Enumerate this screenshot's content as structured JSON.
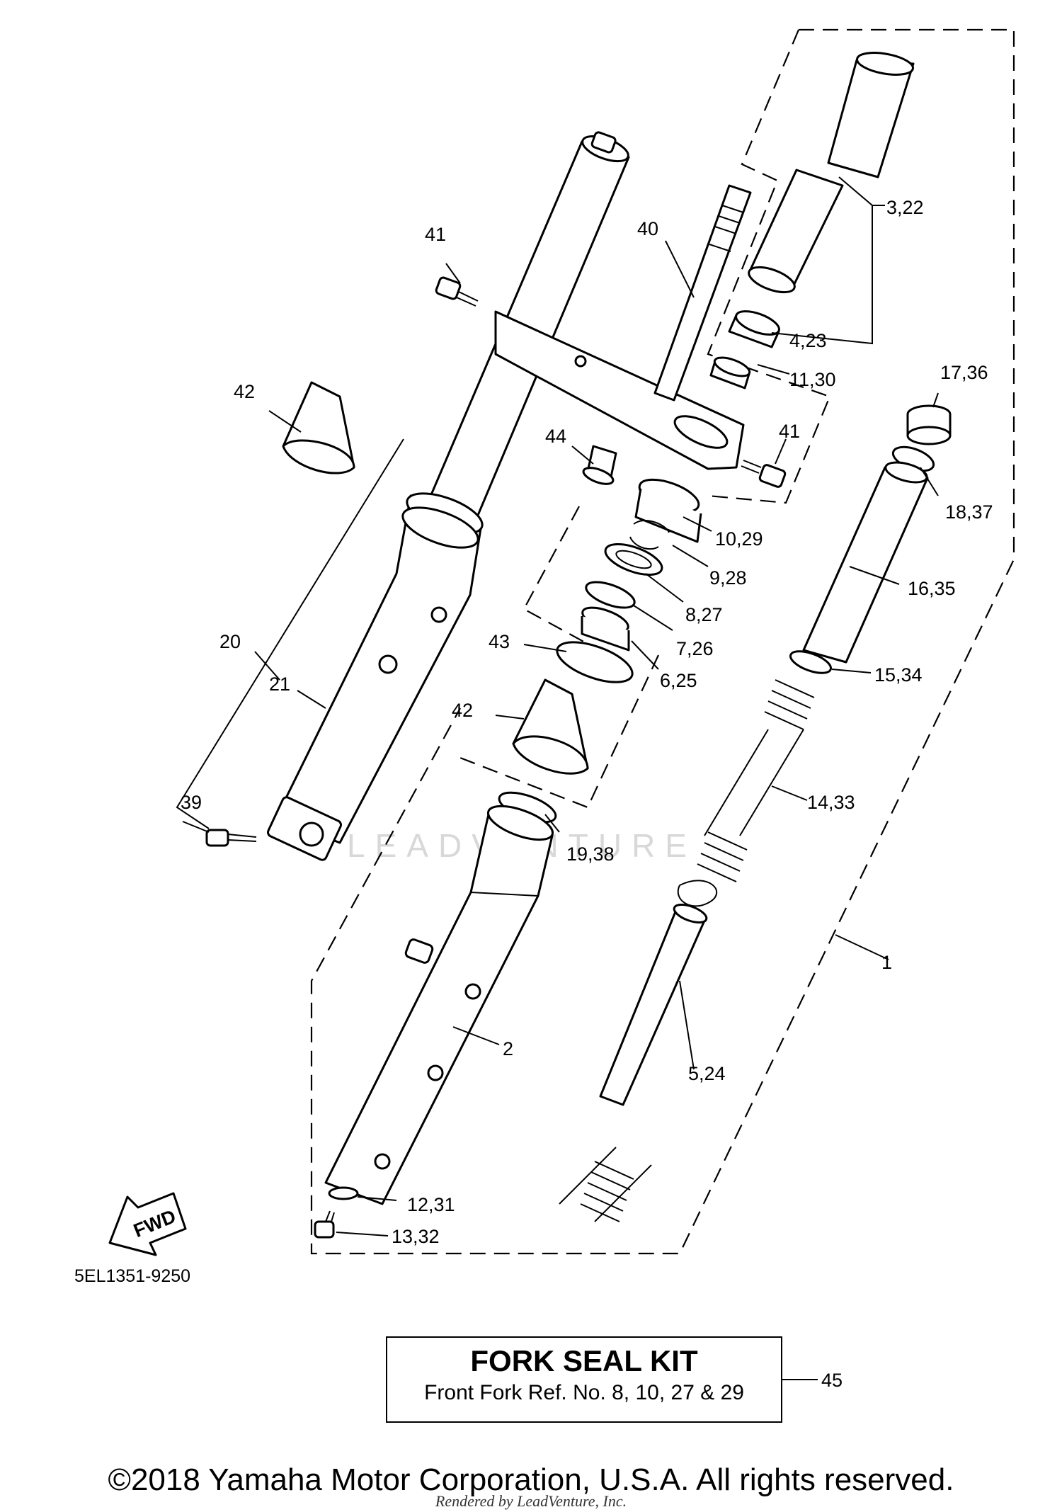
{
  "callouts": [
    {
      "id": "c-3-22",
      "text": "3,22"
    },
    {
      "id": "c-40",
      "text": "40"
    },
    {
      "id": "c-41-top",
      "text": "41"
    },
    {
      "id": "c-4-23",
      "text": "4,23"
    },
    {
      "id": "c-11-30",
      "text": "11,30"
    },
    {
      "id": "c-17-36",
      "text": "17,36"
    },
    {
      "id": "c-42-left",
      "text": "42"
    },
    {
      "id": "c-44",
      "text": "44"
    },
    {
      "id": "c-41-right",
      "text": "41"
    },
    {
      "id": "c-18-37",
      "text": "18,37"
    },
    {
      "id": "c-10-29",
      "text": "10,29"
    },
    {
      "id": "c-9-28",
      "text": "9,28"
    },
    {
      "id": "c-16-35",
      "text": "16,35"
    },
    {
      "id": "c-8-27",
      "text": "8,27"
    },
    {
      "id": "c-20",
      "text": "20"
    },
    {
      "id": "c-43",
      "text": "43"
    },
    {
      "id": "c-7-26",
      "text": "7,26"
    },
    {
      "id": "c-21",
      "text": "21"
    },
    {
      "id": "c-15-34",
      "text": "15,34"
    },
    {
      "id": "c-6-25",
      "text": "6,25"
    },
    {
      "id": "c-42-mid",
      "text": "42"
    },
    {
      "id": "c-14-33",
      "text": "14,33"
    },
    {
      "id": "c-39",
      "text": "39"
    },
    {
      "id": "c-19-38",
      "text": "19,38"
    },
    {
      "id": "c-1",
      "text": "1"
    },
    {
      "id": "c-2",
      "text": "2"
    },
    {
      "id": "c-5-24",
      "text": "5,24"
    },
    {
      "id": "c-12-31",
      "text": "12,31"
    },
    {
      "id": "c-13-32",
      "text": "13,32"
    },
    {
      "id": "c-45",
      "text": "45"
    }
  ],
  "fwd_label": "FWD",
  "diagram_code": "5EL1351-9250",
  "kit": {
    "title": "FORK SEAL KIT",
    "subtitle": "Front Fork Ref. No. 8, 10, 27 & 29"
  },
  "watermark": "LEADVENTURE",
  "copyright": "©2018 Yamaha Motor Corporation, U.S.A. All rights reserved.",
  "rendered_by": "Rendered by LeadVenture, Inc."
}
